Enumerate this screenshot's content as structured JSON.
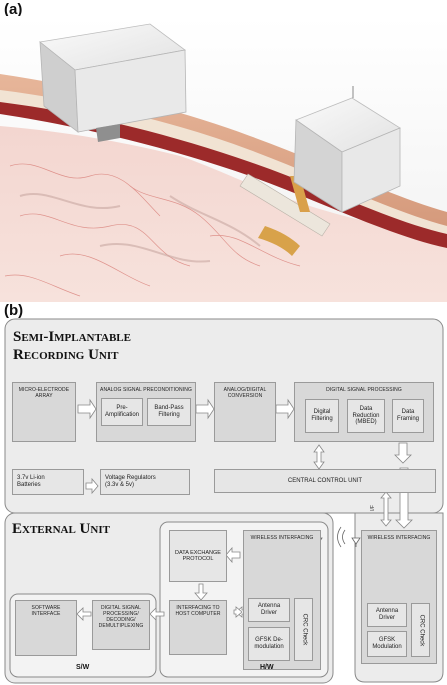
{
  "panel_a_label": "(a)",
  "panel_b_label": "(b)",
  "semi": {
    "title_line1": "Semi-Implantable",
    "title_line2": "Recording Unit",
    "electrode": "MICRO-ELECTRODE ARRAY",
    "analog_group": "ANALOG SIGNAL PRECONDITIONING",
    "pre_amp": "Pre-Amplification",
    "band_pass": "Band-Pass Filtering",
    "adc": "ANALOG/DIGITAL CONVERSION",
    "dsp_group": "DIGITAL SIGNAL PROCESSING",
    "digital_filtering": "Digital Filtering",
    "data_reduction": "Data Reduction (MBED)",
    "data_framing": "Data Framing",
    "batteries": "3.7v Li-ion Batteries",
    "regulators": "Voltage Regulators (3.3v & 5v)",
    "ccu": "CENTRAL CONTROL UNIT",
    "wireless": "WIRELESS INTERFACING",
    "antenna_driver": "Antenna Driver",
    "gfsk_mod": "GFSK Modulation",
    "crc": "CRC Check",
    "arrow_label": "I/F"
  },
  "ext": {
    "title": "External Unit",
    "wireless": "WIRELESS INTERFACING",
    "antenna_driver": "Antenna Driver",
    "gfsk_demod": "GFSK De-modulation",
    "crc": "CRC Check",
    "protocol": "DATA EXCHANGE PROTOCOL",
    "host": "INTERFACING TO HOST COMPUTER",
    "dsp": "DIGITAL SIGNAL PROCESSING/ DECODING/ DEMULTIPLEXING",
    "software": "SOFTWARE INTERFACE",
    "sw_tag": "S/W",
    "hw_tag": "H/W"
  }
}
